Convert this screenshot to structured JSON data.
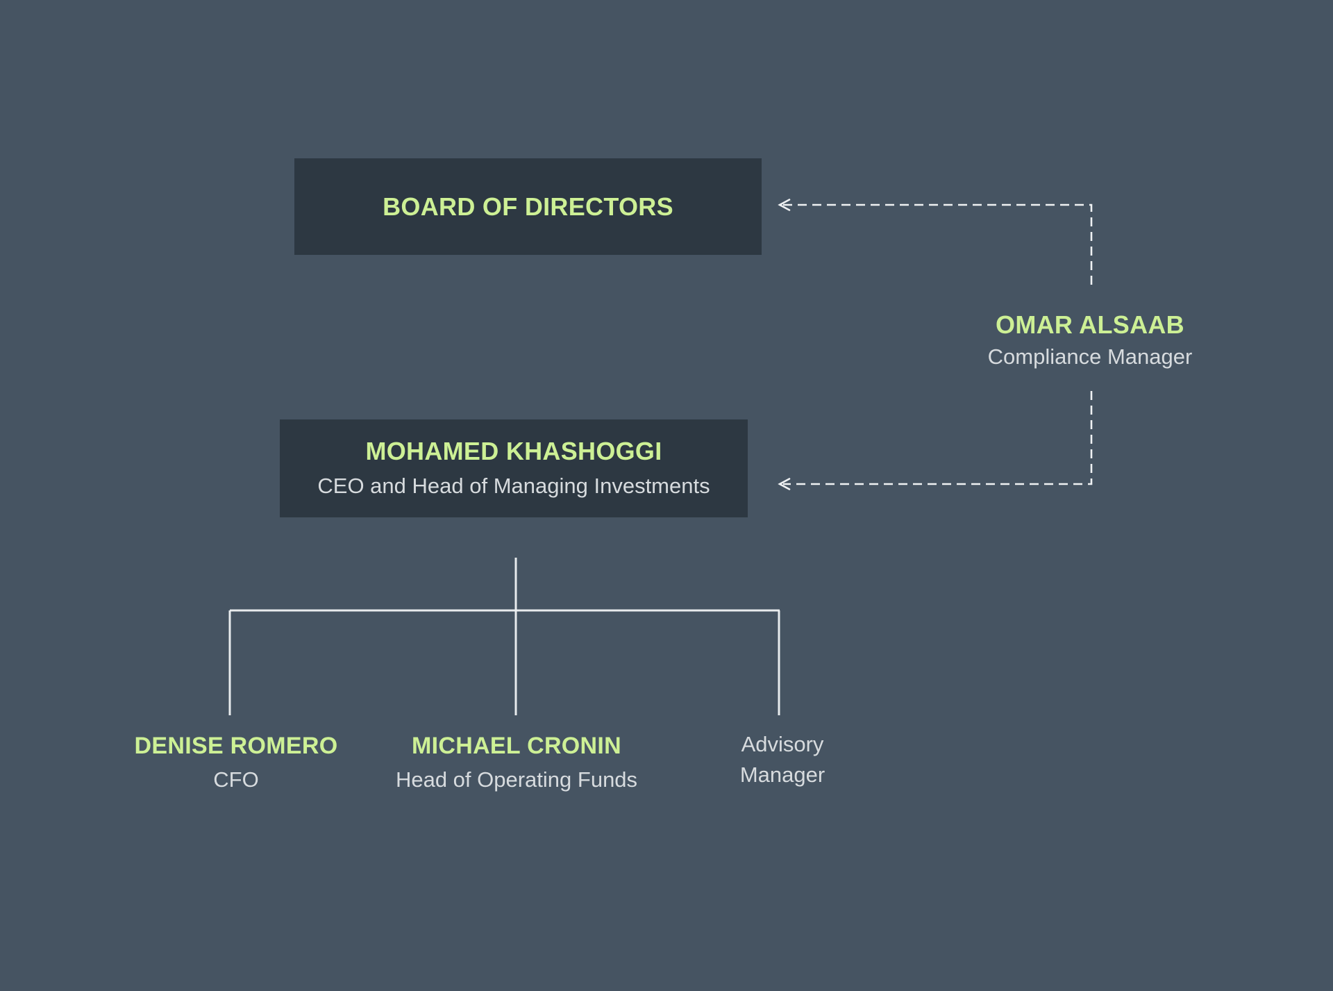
{
  "colors": {
    "background": "#465462",
    "box": "#2d3842",
    "accent_green": "#cdf095",
    "text_light": "#d7dbde",
    "line": "#eef1f3",
    "dash": "#f5f7f8"
  },
  "org": {
    "board": {
      "label": "BOARD OF DIRECTORS"
    },
    "ceo": {
      "name": "MOHAMED KHASHOGGI",
      "title": "CEO and Head of Managing Investments"
    },
    "compliance": {
      "name": "OMAR ALSAAB",
      "title": "Compliance Manager"
    },
    "reports": [
      {
        "name": "DENISE ROMERO",
        "title": "CFO"
      },
      {
        "name": "MICHAEL CRONIN",
        "title": "Head of Operating Funds"
      },
      {
        "name": "",
        "title": "Advisory Manager"
      }
    ]
  }
}
